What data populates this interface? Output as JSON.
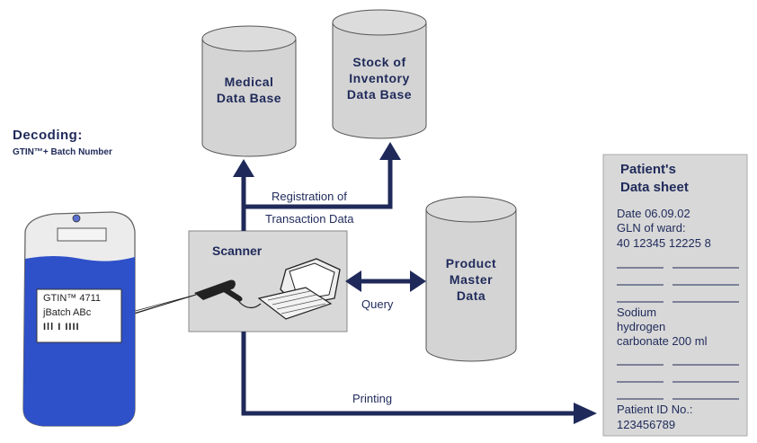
{
  "decoding": {
    "title": "Decoding:",
    "subtitle": "GTIN™+ Batch Number"
  },
  "databases": {
    "medical": [
      "Medical",
      "Data Base"
    ],
    "stock": [
      "Stock of",
      "Inventory",
      "Data Base"
    ],
    "product": [
      "Product",
      "Master",
      "Data"
    ]
  },
  "scanner_label": "Scanner",
  "arrows": {
    "registration": "Registration of",
    "transaction": "Transaction Data",
    "query": "Query",
    "printing": "Printing"
  },
  "bag_label": {
    "line1": "GTIN™ 4711",
    "line2": "jBatch ABc",
    "line3": "Ill I IIII"
  },
  "sheet": {
    "title1": "Patient's",
    "title2": "Data sheet",
    "date": "Date  06.09.02",
    "gln_label": "GLN of ward:",
    "gln_value": "40 12345 12225 8",
    "product1": "Sodium",
    "product2": "hydrogen",
    "product3": "carbonate   200 ml",
    "patient_id_label": "Patient ID No.:",
    "patient_id_value": "123456789"
  },
  "colors": {
    "navy": "#1f2a5a",
    "cylinder": "#d4d4d4",
    "sheet_bg": "#d8d8d8",
    "bag_liquid": "#2e50c8"
  }
}
